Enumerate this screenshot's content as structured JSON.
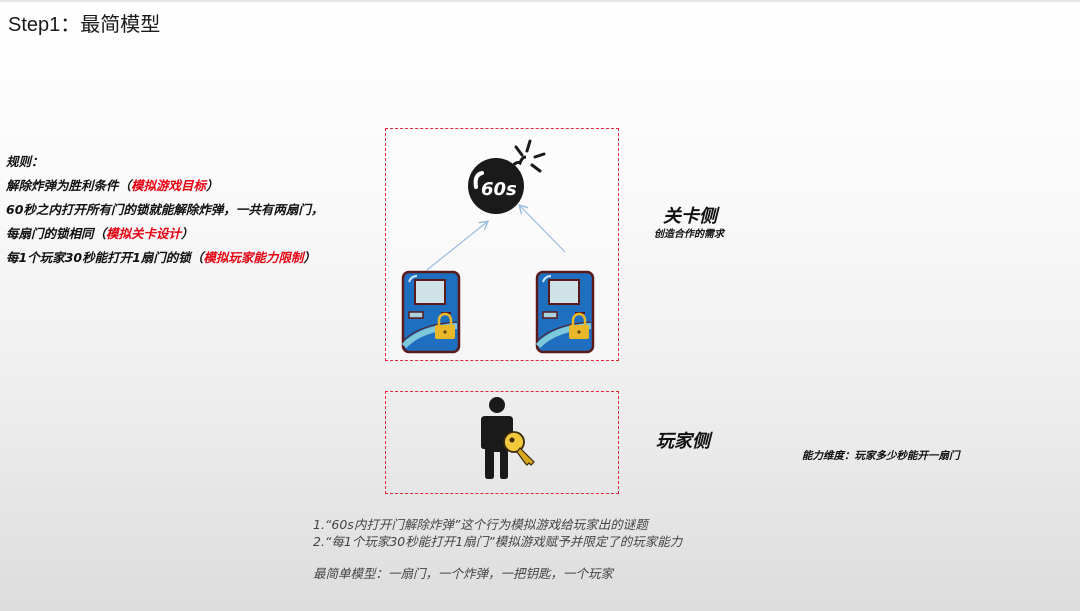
{
  "title": "Step1：最简模型",
  "rules": {
    "heading": "规则：",
    "lines": [
      {
        "text": "解除炸弹为胜利条件",
        "bracket_open": "（",
        "highlight": "模拟游戏目标",
        "bracket_close": "）"
      },
      {
        "text": "60秒之内打开所有门的锁就能解除炸弹，一共有两扇门，"
      },
      {
        "text": "每扇门的锁相同",
        "bracket_open": "（",
        "highlight": "模拟关卡设计",
        "bracket_close": "）"
      },
      {
        "text": "每1个玩家30秒能打开1扇门的锁",
        "bracket_open": "（",
        "highlight": "模拟玩家能力限制",
        "bracket_close": "）"
      }
    ]
  },
  "diagram": {
    "bomb": {
      "label": "60s",
      "icon": "bomb-icon"
    },
    "doors": [
      {
        "icon": "locked-door-icon",
        "position": "left"
      },
      {
        "icon": "locked-door-icon",
        "position": "right"
      }
    ],
    "player": {
      "icon": "person-with-key-icon"
    },
    "level_side": {
      "label": "关卡侧",
      "sub": "创造合作的需求"
    },
    "player_side": {
      "label": "玩家侧",
      "sub": "能力维度：玩家多少秒能开一扇门"
    },
    "colors": {
      "dash_border": "#e0283a",
      "highlight": "#e60012",
      "door_blue": "#1f6fc0",
      "lock_gold": "#e8b82a",
      "arrow": "#9bbbe0"
    }
  },
  "notes": {
    "line1": "1.“60s内打开门解除炸弹”这个行为模拟游戏给玩家出的谜题",
    "line2": "2.“每1个玩家30秒能打开1扇门”模拟游戏赋予并限定了的玩家能力",
    "summary": "最简单模型：一扇门，一个炸弹，一把钥匙，一个玩家"
  }
}
